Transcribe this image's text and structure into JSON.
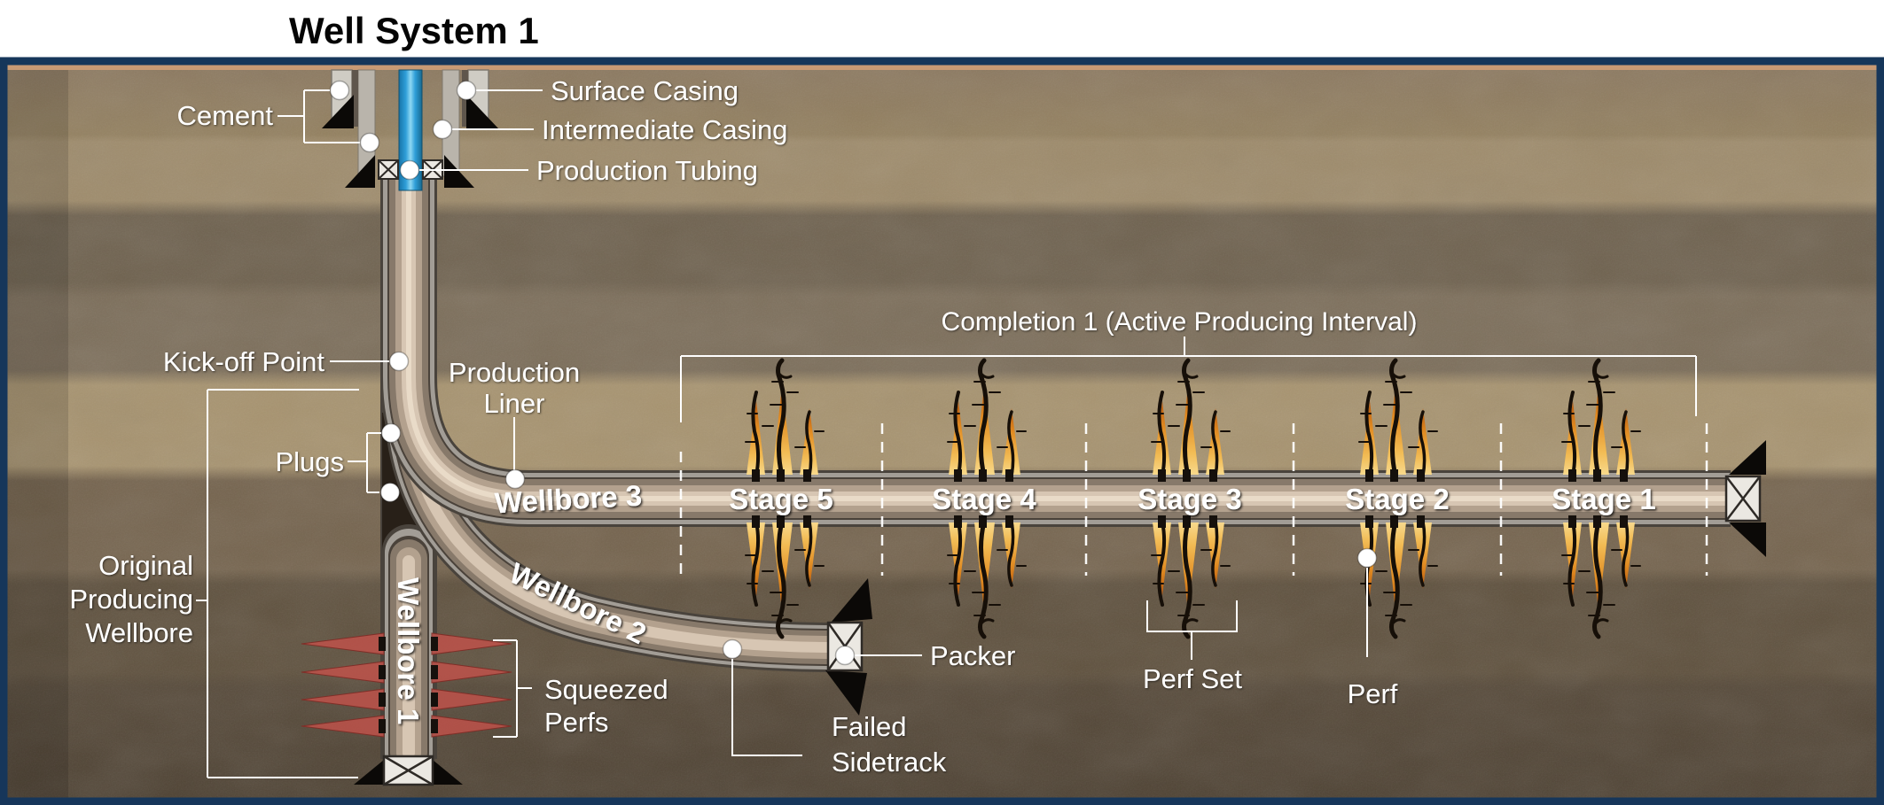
{
  "title": "Well System 1",
  "colors": {
    "frame": "#16365a",
    "frame_inner_line": "#c89a74",
    "title_text": "#050505",
    "label_text": "#ffffff",
    "pipe_highlight": "#d7c6b3",
    "pipe_casing_gray": "#a29d96",
    "production_tubing_blue": "#2f9fd9",
    "frac_orange": "#e08a21",
    "squeezed_perf_red": "#c2524a",
    "dirt_light": "#a7936f",
    "dirt_dark": "#4e4233"
  },
  "wellhead": {
    "cement": "Cement",
    "surface_casing": "Surface Casing",
    "intermediate_casing": "Intermediate Casing",
    "production_tubing": "Production Tubing"
  },
  "well_path": {
    "kick_off_point": "Kick-off Point",
    "production_liner_line1": "Production",
    "production_liner_line2": "Liner",
    "plugs": "Plugs",
    "original_producing_line1": "Original",
    "original_producing_line2": "Producing",
    "original_producing_line3": "Wellbore",
    "wellbore_1": "Wellbore 1",
    "wellbore_2": "Wellbore 2",
    "wellbore_3": "Wellbore 3"
  },
  "completion": {
    "label": "Completion 1 (Active Producing Interval)",
    "stages": [
      "Stage 5",
      "Stage 4",
      "Stage 3",
      "Stage 2",
      "Stage 1"
    ]
  },
  "annotations": {
    "packer": "Packer",
    "perf_set": "Perf Set",
    "perf": "Perf",
    "squeezed_perfs_line1": "Squeezed",
    "squeezed_perfs_line2": "Perfs",
    "failed_sidetrack_line1": "Failed",
    "failed_sidetrack_line2": "Sidetrack"
  }
}
